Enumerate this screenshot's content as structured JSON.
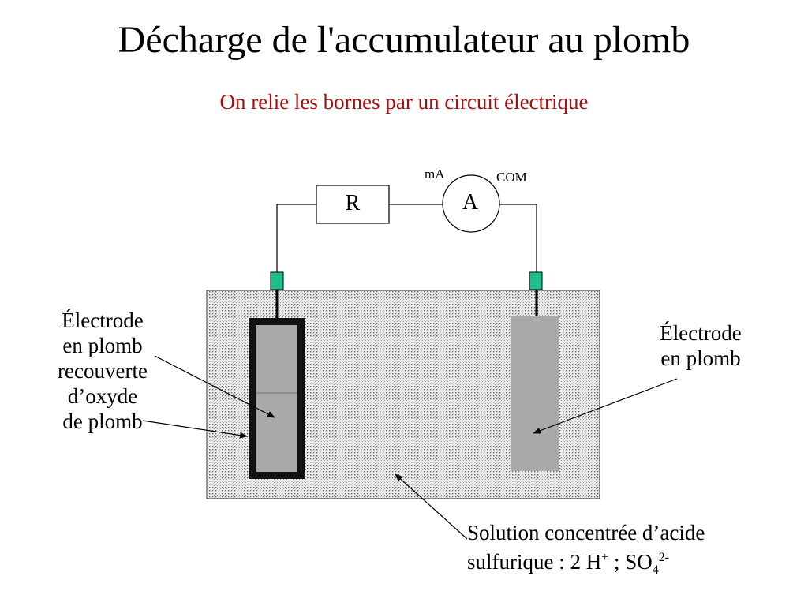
{
  "title": "Décharge de l'accumulateur au plomb",
  "subtitle": "On relie les bornes par un circuit électrique",
  "circuit": {
    "resistor_label": "R",
    "ammeter_label": "A",
    "ammeter_ma": "mA",
    "ammeter_com": "COM"
  },
  "left_electrode": {
    "lines": [
      "Électrode",
      "en plomb",
      "recouverte",
      "d’oxyde",
      "de plomb"
    ]
  },
  "right_electrode": {
    "lines": [
      "Électrode",
      "en plomb"
    ]
  },
  "solution": {
    "line1": "Solution concentrée d’acide",
    "line2_prefix": "sulfurique  : 2 H",
    "line2_sup1": "+",
    "line2_mid": " ; SO",
    "line2_sub": "4",
    "line2_sup2": "2-"
  },
  "colors": {
    "subtitle": "#a50f0f",
    "terminal": "#1fbf8f",
    "electrode_gray": "#a9a9a9",
    "dark_frame": "#111111"
  }
}
